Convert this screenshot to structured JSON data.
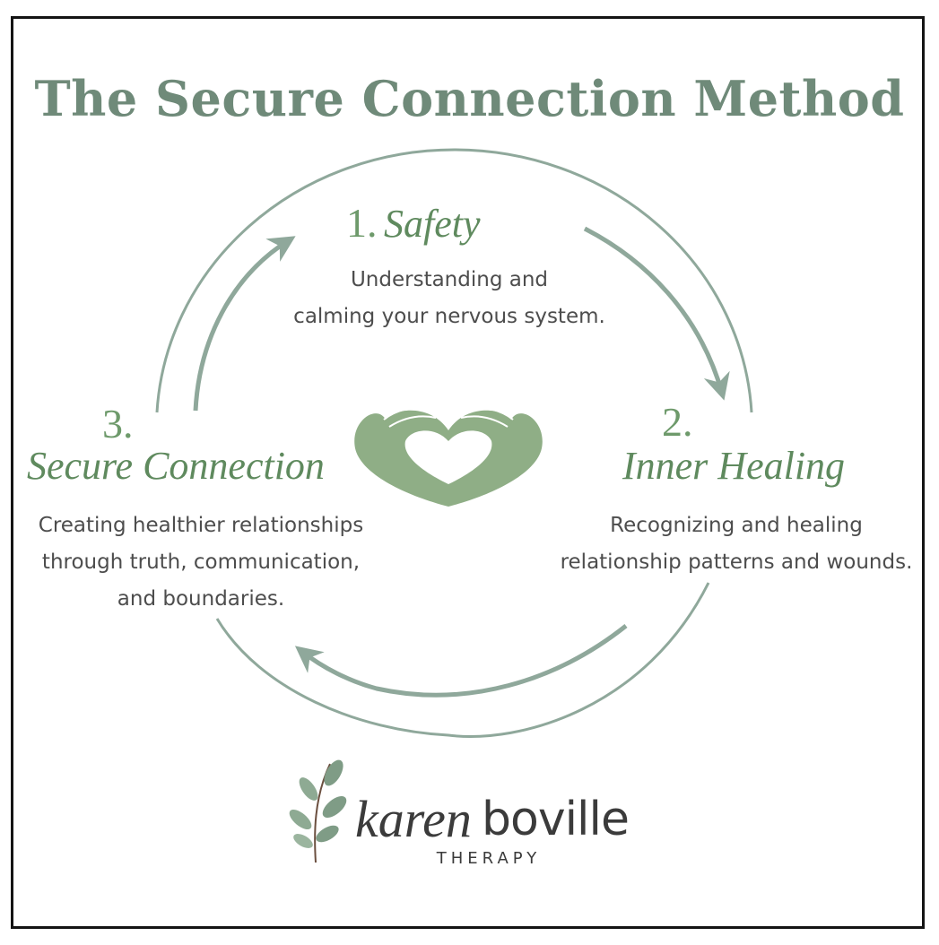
{
  "title": "The Secure Connection Method",
  "steps": [
    {
      "number": "1.",
      "title": "Safety",
      "description": [
        "Understanding and",
        "calming your nervous system."
      ]
    },
    {
      "number": "2.",
      "title": "Inner Healing",
      "description": [
        "Recognizing and healing",
        "relationship patterns and wounds."
      ]
    },
    {
      "number": "3.",
      "title": "Secure Connection",
      "description": [
        "Creating healthier relationships",
        "through truth, communication,",
        "and boundaries."
      ]
    }
  ],
  "brand": {
    "script": "karen",
    "name": "boville",
    "subtitle": "THERAPY"
  },
  "icons": {
    "center": "heart-hands-icon",
    "logo": "leaf-branch-icon"
  },
  "colors": {
    "title": "#6f8a79",
    "accent_green": "#6e9a6b",
    "cycle_arrows": "#8fa89b",
    "hands": "#8fae86",
    "text": "#4d4d4d"
  }
}
